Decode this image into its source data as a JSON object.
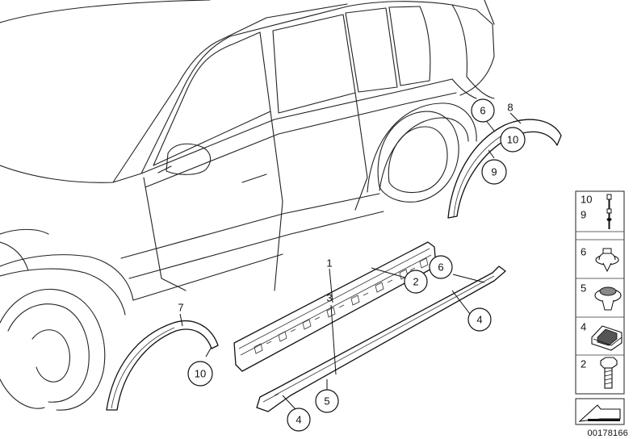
{
  "callouts": {
    "main_1": "1",
    "main_2": "2",
    "main_3": "3",
    "main_4_right": "4",
    "main_4_bottom": "4",
    "main_5": "5",
    "main_6_sill": "6",
    "main_6_arch": "6",
    "main_7": "7",
    "main_8": "8",
    "main_9": "9",
    "main_10_rear": "10",
    "main_10_front": "10"
  },
  "fasteners": [
    {
      "number": "10",
      "icon": "push-rivet-long-icon"
    },
    {
      "number": "9",
      "icon": "push-rivet-icon"
    },
    {
      "number": "6",
      "icon": "expanding-clip-icon"
    },
    {
      "number": "5",
      "icon": "round-clip-icon"
    },
    {
      "number": "4",
      "icon": "clip-nut-icon"
    },
    {
      "number": "2",
      "icon": "hex-bolt-icon"
    }
  ],
  "diagram_id": "00178166"
}
